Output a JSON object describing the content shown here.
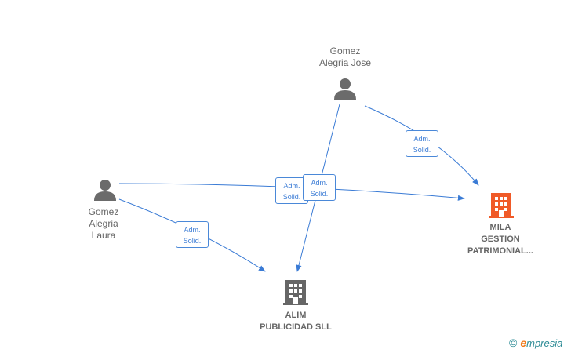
{
  "people": [
    {
      "line1": "Gomez",
      "line2": "Alegria Jose"
    },
    {
      "line1": "Gomez",
      "line2": "Alegria",
      "line3": "Laura"
    }
  ],
  "companies": [
    {
      "line1": "MILA",
      "line2": "GESTION",
      "line3": "PATRIMONIAL...",
      "color": "#f05a28"
    },
    {
      "line1": "ALIM",
      "line2": "PUBLICIDAD SLL",
      "color": "#666666"
    }
  ],
  "relations": [
    {
      "line1": "Adm.",
      "line2": "Solid."
    },
    {
      "line1": "Adm.",
      "line2": "Solid."
    },
    {
      "line1": "Adm.",
      "line2": "Solid."
    },
    {
      "line1": "Adm.",
      "line2": "Solid."
    }
  ],
  "colors": {
    "edge": "#3a7bd5",
    "person_icon": "#6b6b6b"
  },
  "footer": {
    "copyright": "©",
    "brand_initial": "e",
    "brand_rest": "mpresia"
  }
}
